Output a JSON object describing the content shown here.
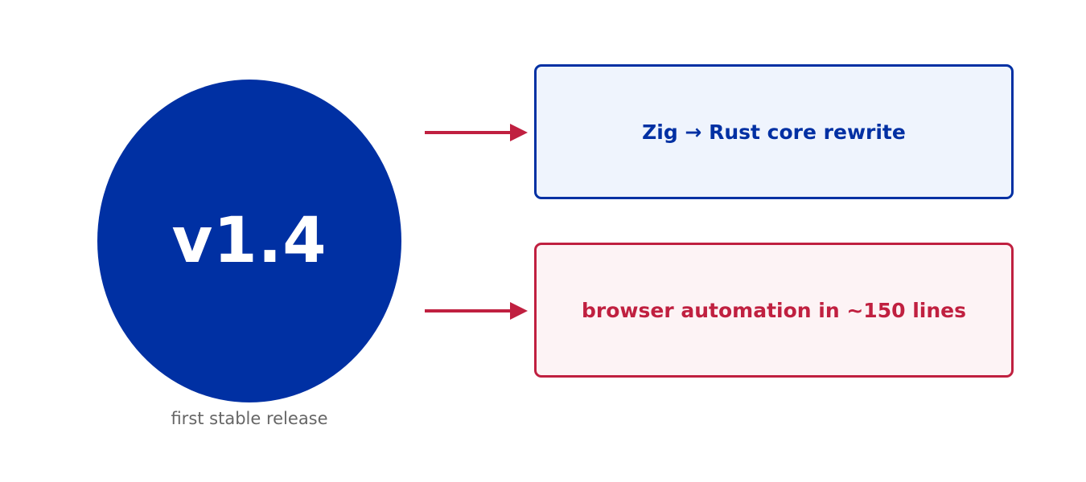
{
  "version": {
    "label": "v1.4",
    "caption": "first stable release"
  },
  "features": [
    {
      "label": "Zig → Rust core rewrite"
    },
    {
      "label": "browser automation in ~150 lines"
    }
  ],
  "colors": {
    "primary_blue": "#0030a3",
    "accent_red": "#c02040",
    "box1_fill": "#eff4fd",
    "box2_fill": "#fdf3f5",
    "caption_gray": "#666666",
    "background": "#ffffff"
  }
}
